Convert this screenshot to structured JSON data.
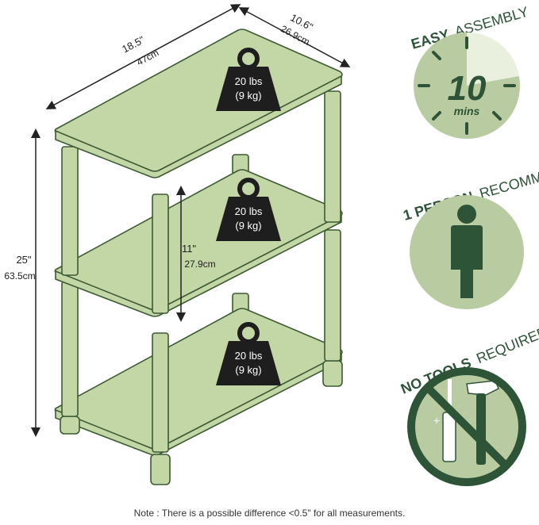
{
  "dimensions": {
    "width_in": "18.5\"",
    "width_cm": "47cm",
    "depth_in": "10.6\"",
    "depth_cm": "26.9cm",
    "height_in": "25\"",
    "height_cm": "63.5cm",
    "shelf_gap_in": "11\"",
    "shelf_gap_cm": "27.9cm"
  },
  "weights": [
    {
      "lbs": "20 lbs",
      "kg": "(9 kg)"
    },
    {
      "lbs": "20 lbs",
      "kg": "(9 kg)"
    },
    {
      "lbs": "20 lbs",
      "kg": "(9 kg)"
    }
  ],
  "badges": {
    "assembly": {
      "bold": "EASY",
      "rest": "ASSEMBLY",
      "number": "10",
      "unit": "mins"
    },
    "person": {
      "bold": "1 PERSON",
      "rest": "RECOMM."
    },
    "tools": {
      "bold": "NO TOOLS",
      "rest": "REQUIRED"
    }
  },
  "note": "Note : There is a possible difference <0.5\" for all measurements.",
  "colors": {
    "shelf_fill": "#c3d6a5",
    "outline": "#3d5a34",
    "badge_bg": "#b9cba0",
    "badge_dark": "#2e5438",
    "weight_fill": "#1e1e1e"
  },
  "icons": {
    "weight": "kettlebell-weight-icon",
    "clock": "clock-icon",
    "person": "person-icon",
    "no_tools": "no-tools-icon"
  }
}
